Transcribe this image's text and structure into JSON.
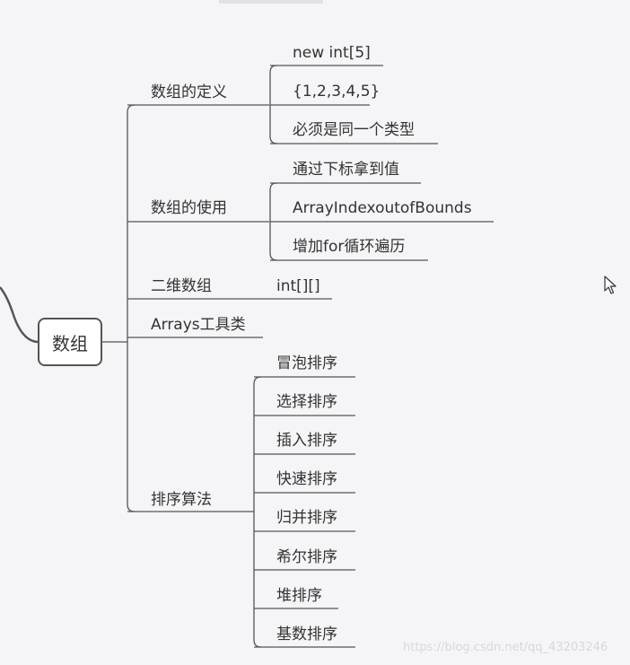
{
  "root": {
    "label": "数组"
  },
  "branches": [
    {
      "label": "数组的定义",
      "children": [
        "new int[5]",
        "{1,2,3,4,5}",
        "必须是同一个类型"
      ]
    },
    {
      "label": "数组的使用",
      "children": [
        "通过下标拿到值",
        "ArrayIndexoutofBounds",
        "增加for循环遍历"
      ]
    },
    {
      "label": "二维数组",
      "children": [
        "int[][]"
      ]
    },
    {
      "label": "Arrays工具类",
      "children": []
    },
    {
      "label": "排序算法",
      "children": [
        "冒泡排序",
        "选择排序",
        "插入排序",
        "快速排序",
        "归并排序",
        "希尔排序",
        "堆排序",
        "基数排序"
      ]
    }
  ],
  "watermark": "https://blog.csdn.net/qq_43203246",
  "icons": {
    "cursor": "arrow-cursor-icon"
  },
  "colors": {
    "line": "#555555",
    "background": "#f5f4f6"
  }
}
